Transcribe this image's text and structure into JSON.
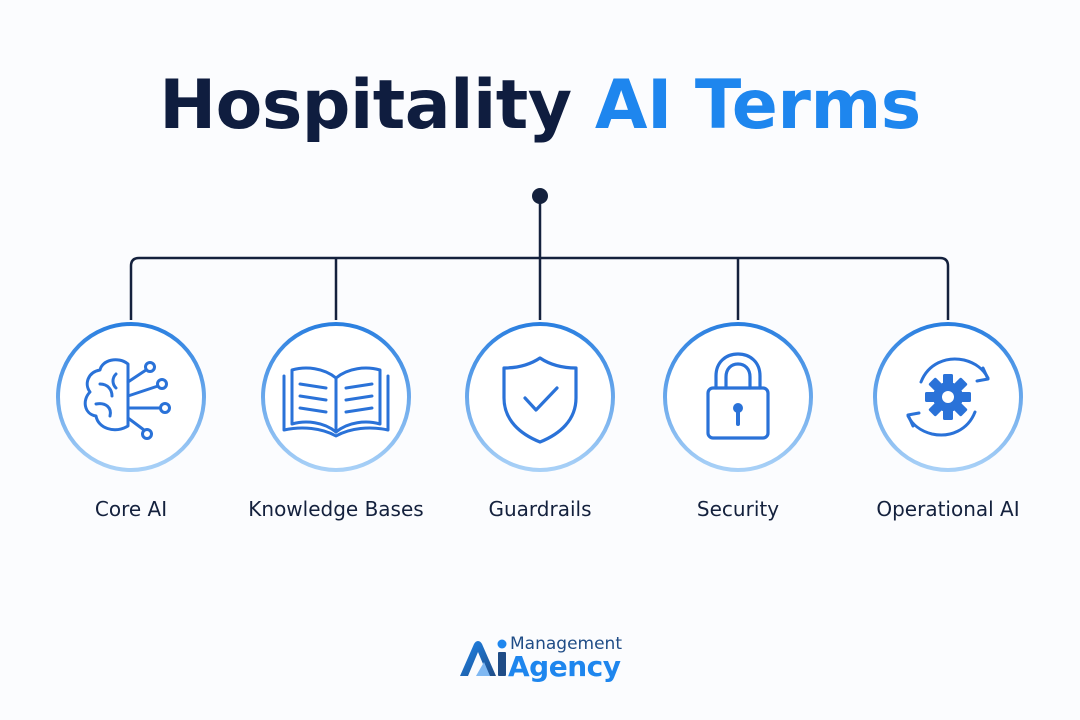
{
  "title": {
    "part1": "Hospitality",
    "part2": "AI Terms"
  },
  "nodes": [
    {
      "label": "Core AI",
      "icon": "brain-circuit-icon"
    },
    {
      "label": "Knowledge Bases",
      "icon": "open-book-icon"
    },
    {
      "label": "Guardrails",
      "icon": "shield-check-icon"
    },
    {
      "label": "Security",
      "icon": "padlock-icon"
    },
    {
      "label": "Operational AI",
      "icon": "gear-cycle-icon"
    }
  ],
  "logo": {
    "line1": "Management",
    "line2": "Agency"
  },
  "colors": {
    "navy": "#0f1d3f",
    "accent": "#1e86ee",
    "line": "#14213d"
  }
}
